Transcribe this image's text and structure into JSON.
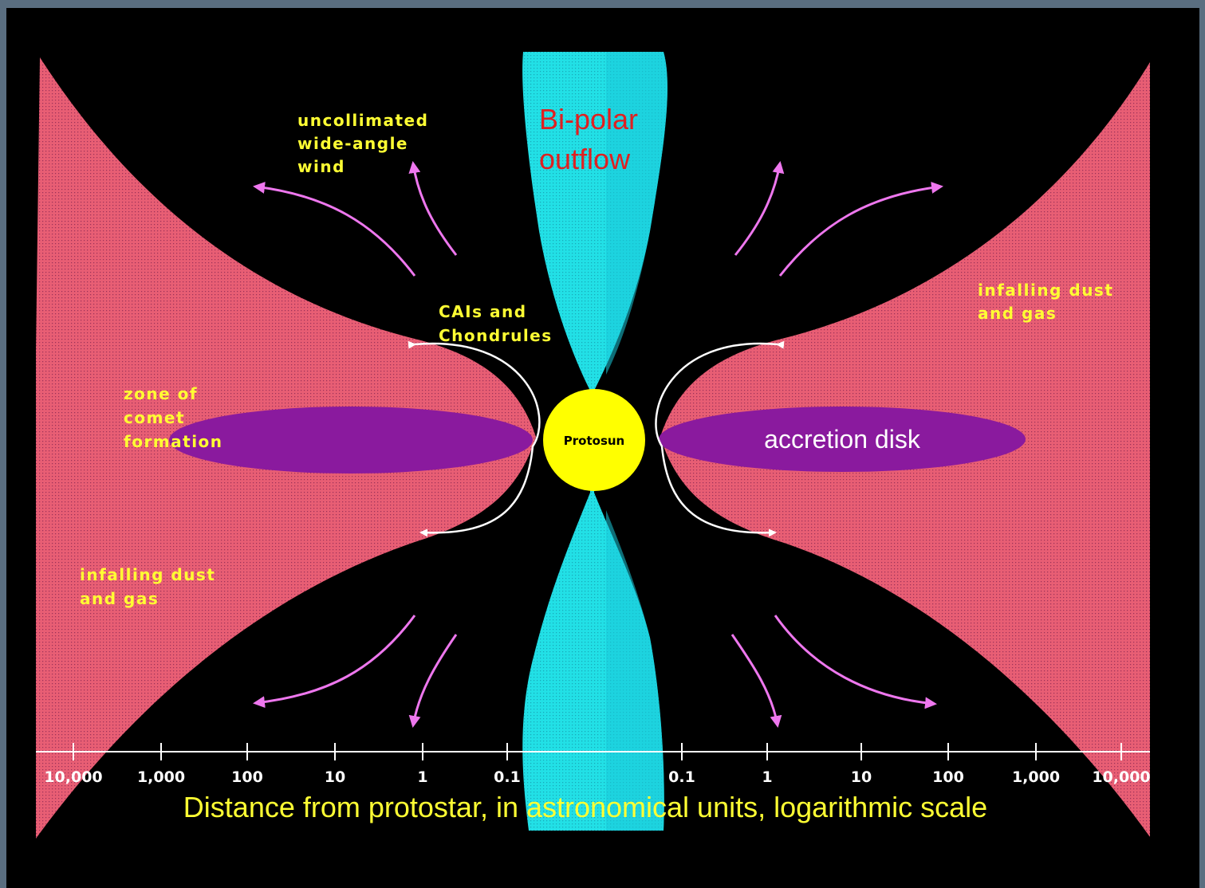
{
  "colors": {
    "frame": "#5a6e80",
    "background": "#000000",
    "infall": "#e85e74",
    "outflow": "#22e0e6",
    "outflow_right": "#19c8d8",
    "disk": "#8a1a9e",
    "protosun": "#ffff00",
    "arrows": "#ee77ee",
    "label_yellow": "#ffff33",
    "label_red": "#e02020"
  },
  "labels": {
    "bipolar_line1": "Bi-polar",
    "bipolar_line2": "outflow",
    "wind_line1": "uncollimated",
    "wind_line2": "wide-angle",
    "wind_line3": "wind",
    "cais_line1": "CAIs and",
    "cais_line2": "Chondrules",
    "comet_line1": "zone of",
    "comet_line2": "comet",
    "comet_line3": "formation",
    "protosun": "Protosun",
    "accretion_disk": "accretion disk",
    "infall_left_line1": "infalling dust",
    "infall_left_line2": "and gas",
    "infall_right_line1": "infalling dust",
    "infall_right_line2": "and gas"
  },
  "axis": {
    "title": "Distance from protostar, in astronomical units, logarithmic scale",
    "scale": "logarithmic",
    "left_ticks": [
      "10,000",
      "1,000",
      "100",
      "10",
      "1",
      "0.1"
    ],
    "right_ticks": [
      "0.1",
      "1",
      "10",
      "100",
      "1,000",
      "10,000"
    ]
  }
}
